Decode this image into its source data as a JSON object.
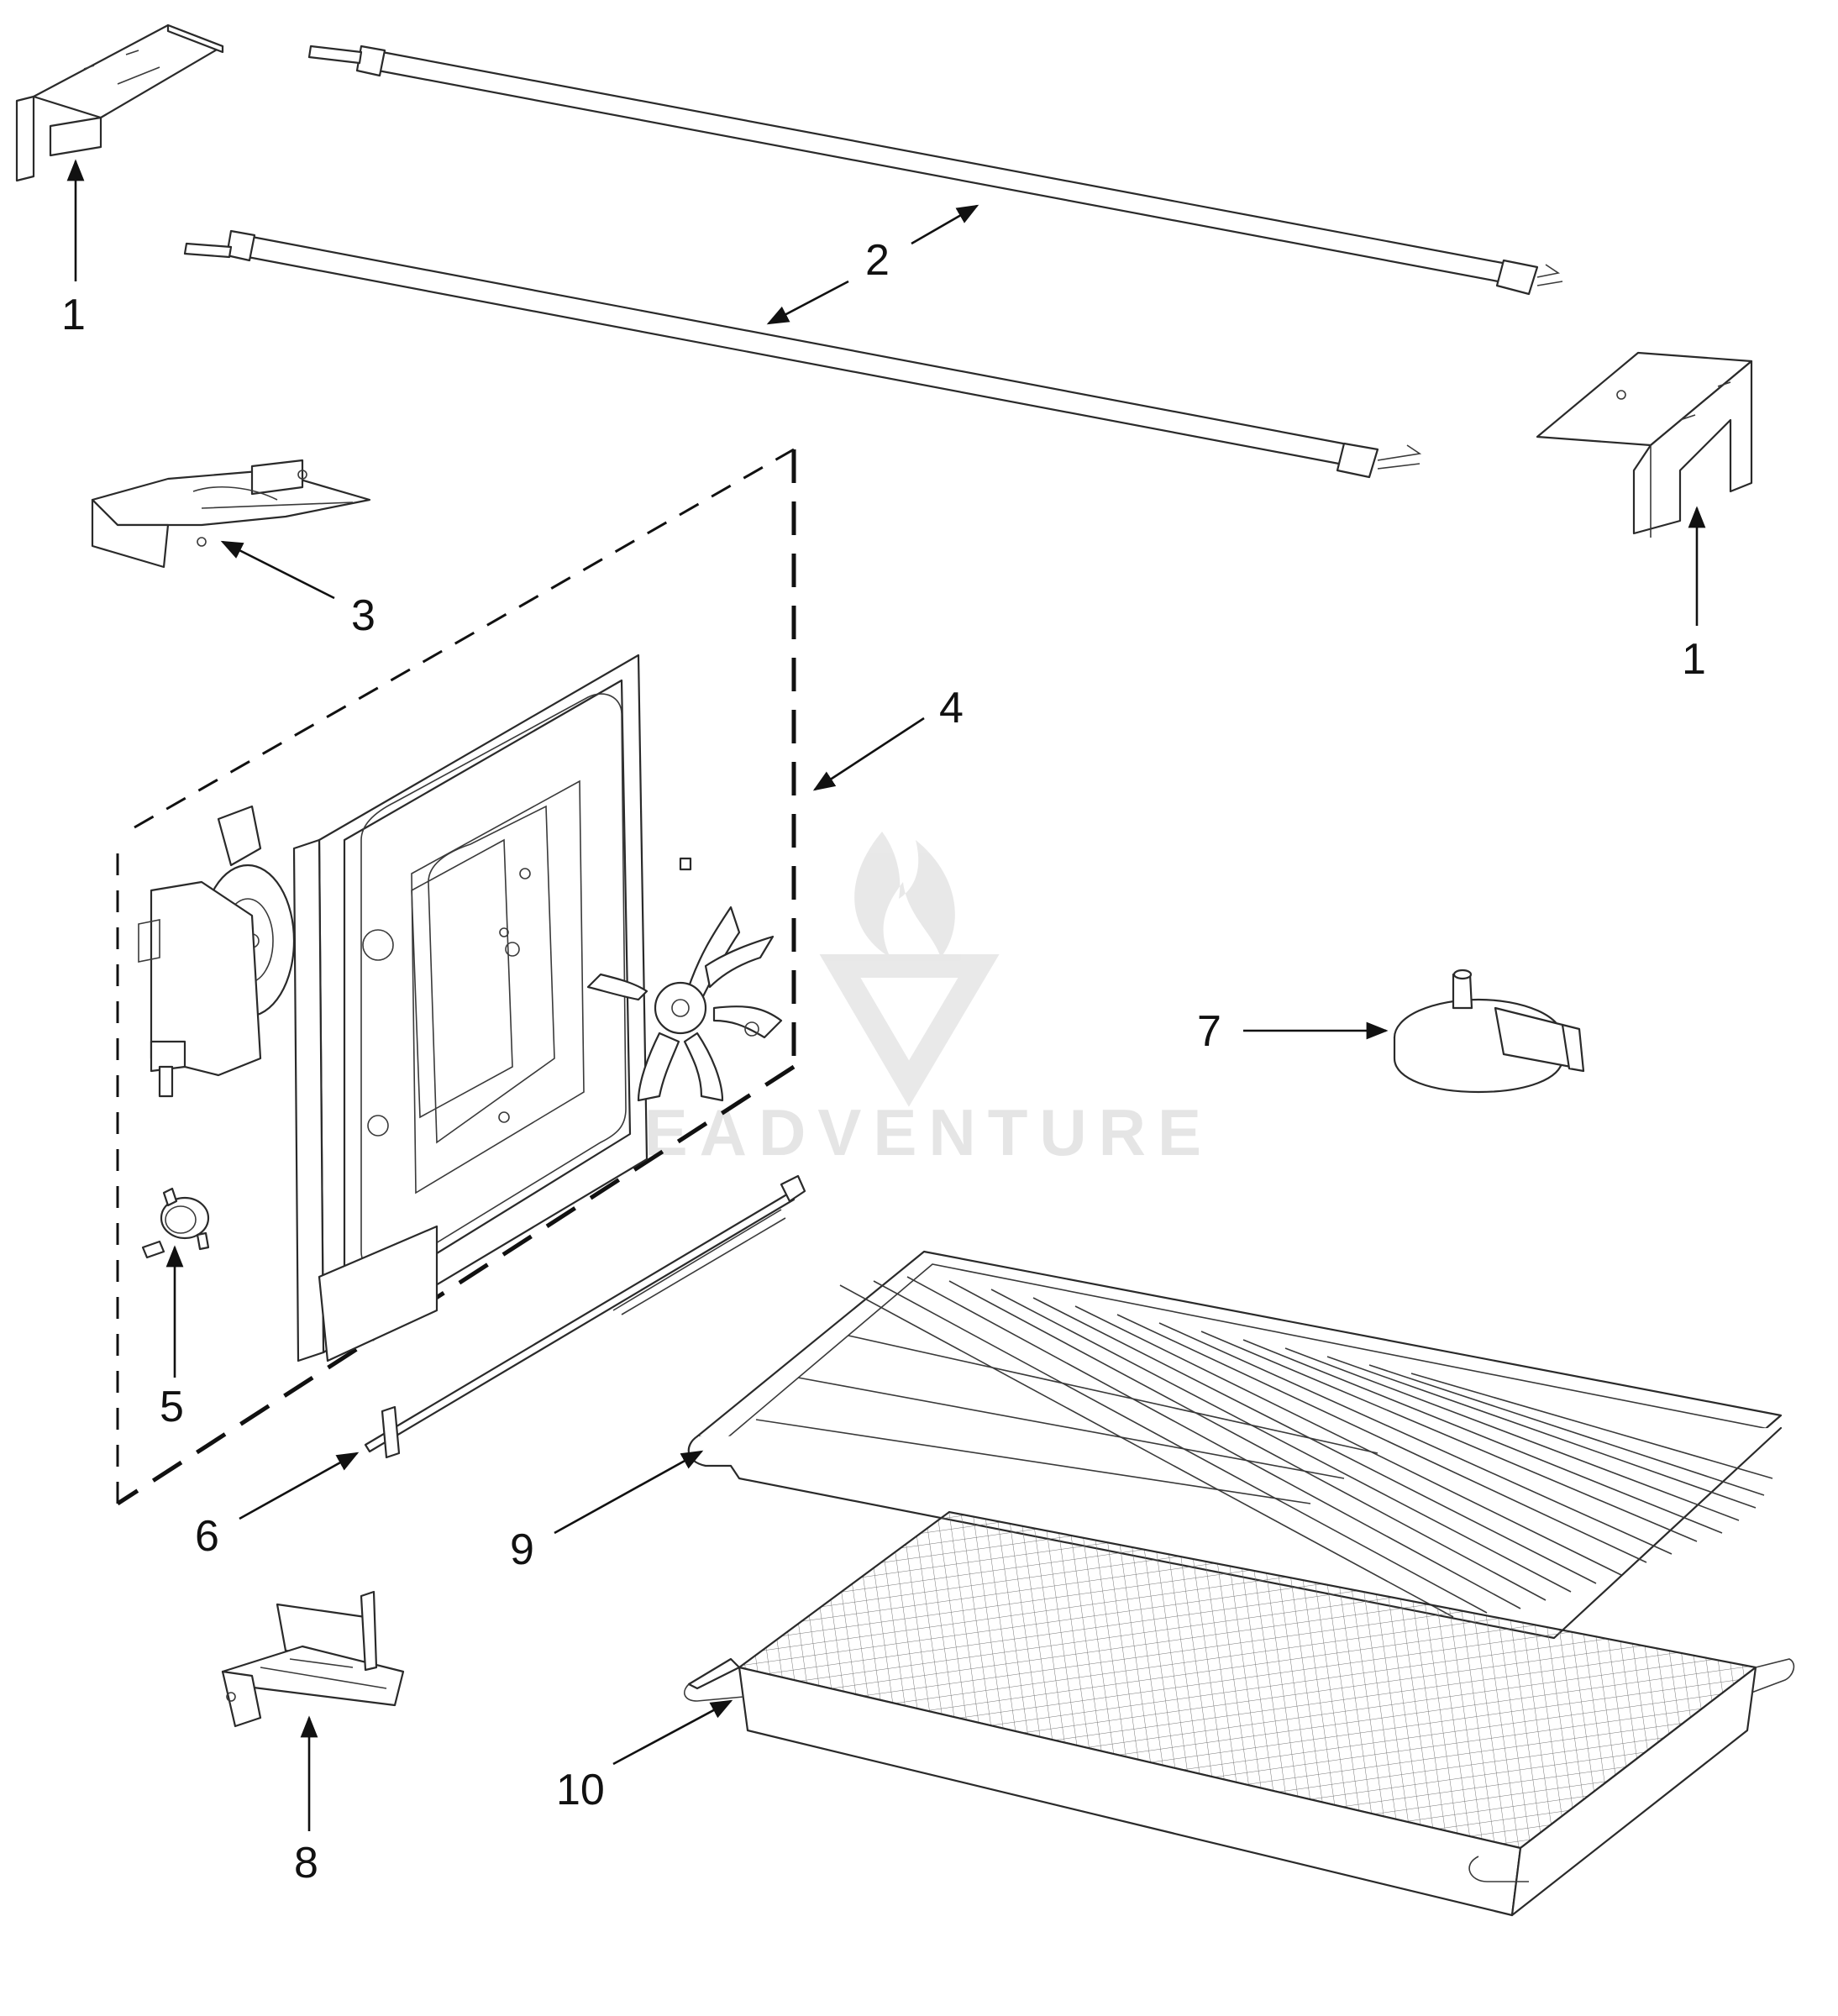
{
  "diagram": {
    "watermark": {
      "text": "LEADVENTURE"
    },
    "callouts": [
      {
        "id": "1a",
        "label": "1"
      },
      {
        "id": "1b",
        "label": "1"
      },
      {
        "id": "2",
        "label": "2"
      },
      {
        "id": "3",
        "label": "3"
      },
      {
        "id": "4",
        "label": "4"
      },
      {
        "id": "5",
        "label": "5"
      },
      {
        "id": "6",
        "label": "6"
      },
      {
        "id": "7",
        "label": "7"
      },
      {
        "id": "8",
        "label": "8"
      },
      {
        "id": "9",
        "label": "9"
      },
      {
        "id": "10",
        "label": "10"
      }
    ]
  }
}
